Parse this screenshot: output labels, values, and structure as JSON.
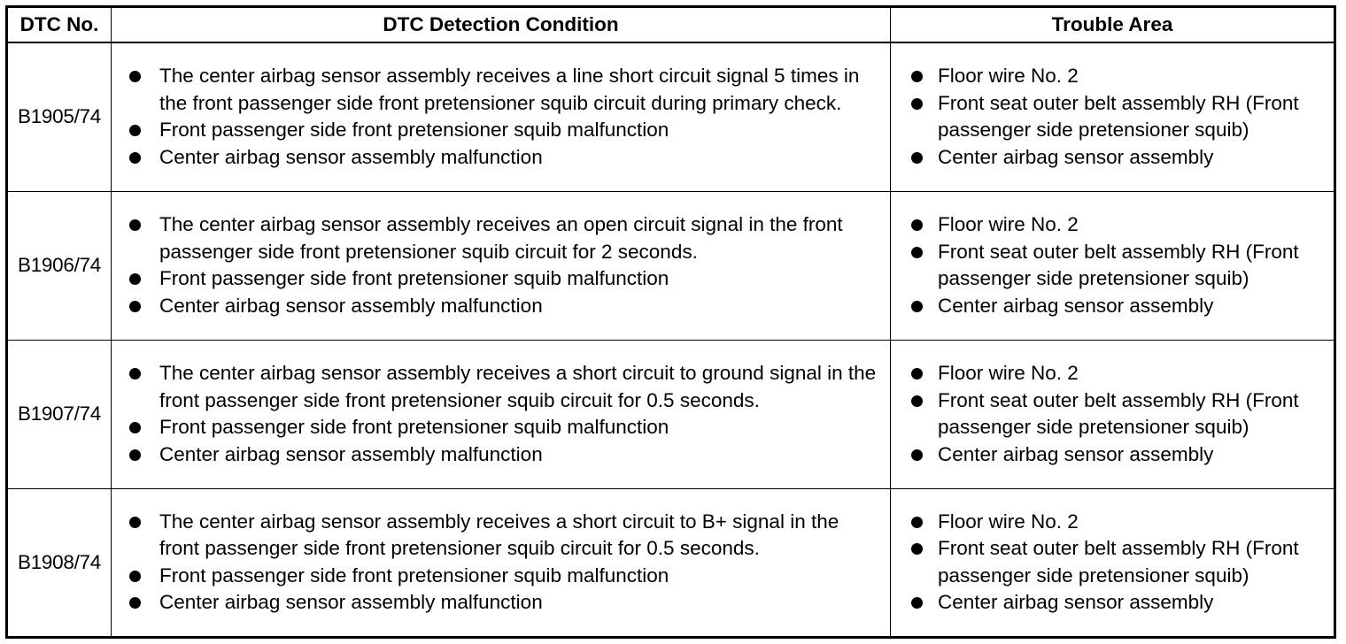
{
  "table": {
    "headers": {
      "code": "DTC No.",
      "condition": "DTC Detection Condition",
      "area": "Trouble Area"
    },
    "rows": [
      {
        "code": "B1905/74",
        "conditions": [
          "The center airbag sensor assembly receives a line short circuit signal 5 times in the front passenger side front pretensioner squib circuit during primary check.",
          "Front passenger side front pretensioner squib malfunction",
          "Center airbag sensor assembly malfunction"
        ],
        "areas": [
          "Floor wire No. 2",
          "Front seat outer belt assembly RH (Front passenger side pretensioner squib)",
          "Center airbag sensor assembly"
        ]
      },
      {
        "code": "B1906/74",
        "conditions": [
          "The center airbag sensor assembly receives an open circuit signal in the front passenger side front pretensioner squib circuit for 2 seconds.",
          "Front passenger side front pretensioner squib malfunction",
          "Center airbag sensor assembly malfunction"
        ],
        "areas": [
          "Floor wire No. 2",
          "Front seat outer belt assembly RH (Front passenger side pretensioner squib)",
          "Center airbag sensor assembly"
        ]
      },
      {
        "code": "B1907/74",
        "conditions": [
          "The center airbag sensor assembly receives a short circuit to ground signal in the front passenger side front pretensioner squib circuit for 0.5 seconds.",
          "Front passenger side front pretensioner squib malfunction",
          "Center airbag sensor assembly malfunction"
        ],
        "areas": [
          "Floor wire No. 2",
          "Front seat outer belt assembly RH (Front passenger side pretensioner squib)",
          "Center airbag sensor assembly"
        ]
      },
      {
        "code": "B1908/74",
        "conditions": [
          "The center airbag sensor assembly receives a short circuit to B+ signal in the front passenger side front pretensioner squib circuit for 0.5 seconds.",
          "Front passenger side front pretensioner squib malfunction",
          "Center airbag sensor assembly malfunction"
        ],
        "areas": [
          "Floor wire No. 2",
          "Front seat outer belt assembly RH (Front passenger side pretensioner squib)",
          "Center airbag sensor assembly"
        ]
      }
    ]
  }
}
